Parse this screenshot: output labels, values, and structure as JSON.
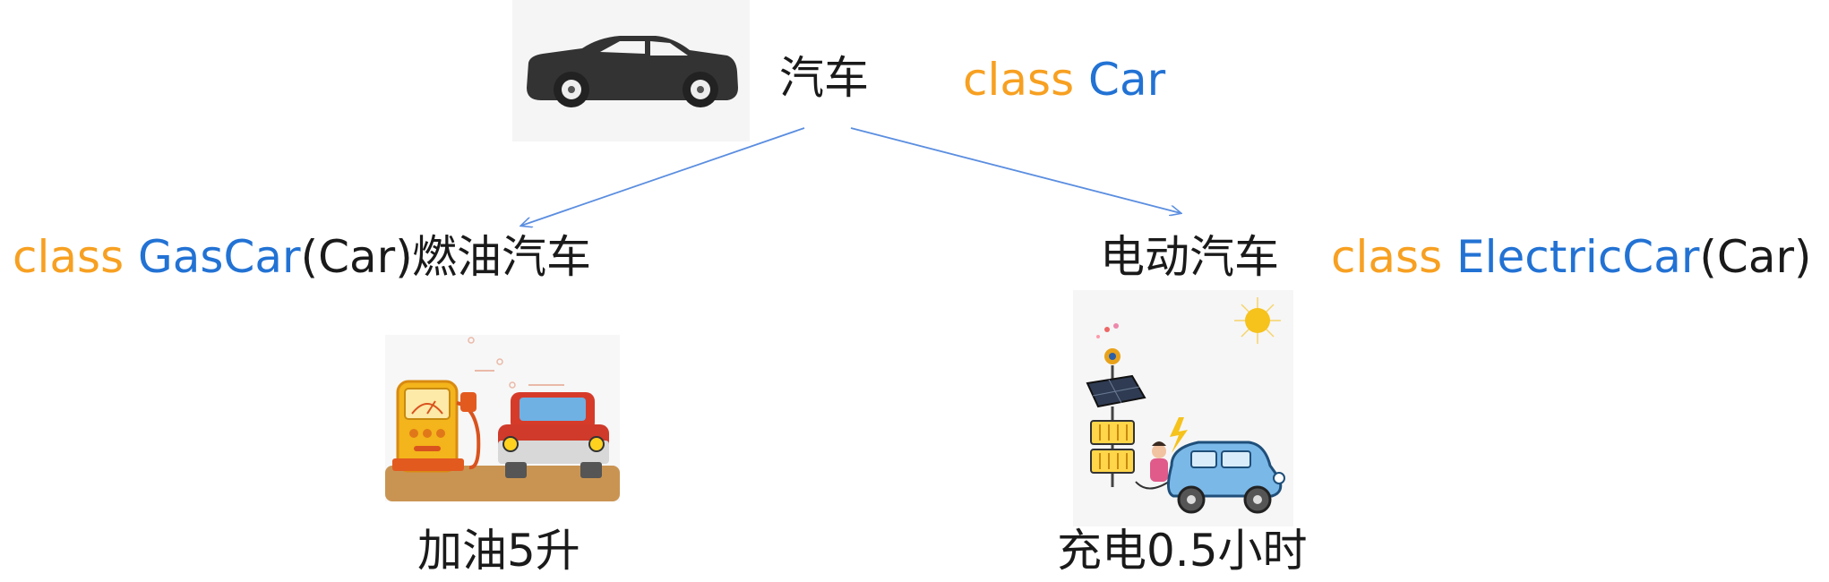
{
  "root": {
    "label": "汽车",
    "code": {
      "keyword": "class",
      "name": "Car"
    }
  },
  "gas": {
    "label": "燃油汽车",
    "code": {
      "keyword": "class",
      "name": "GasCar",
      "parent": "(Car)"
    },
    "caption": "加油5升"
  },
  "electric": {
    "label": "电动汽车",
    "code": {
      "keyword": "class",
      "name": "ElectricCar",
      "parent": "(Car)"
    },
    "caption": "充电0.5小时"
  },
  "colors": {
    "keyword": "#f7a021",
    "class_name": "#2272d4",
    "arrow": "#5b8ee0",
    "text": "#1a1a1a"
  },
  "icons": [
    "car-silhouette-icon",
    "gas-station-icon",
    "solar-charging-icon"
  ]
}
